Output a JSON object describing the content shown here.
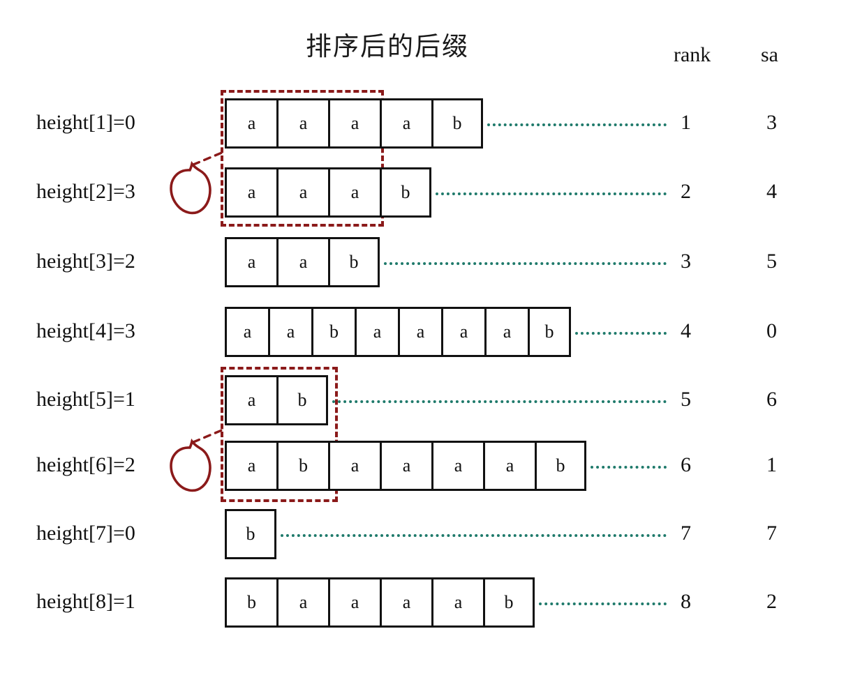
{
  "header": {
    "title": "排序后的后缀",
    "rank_label": "rank",
    "sa_label": "sa"
  },
  "colors": {
    "box_border": "#111111",
    "leader_line": "#1f7a6b",
    "highlight_dashed": "#8b1a1a",
    "annotation_circle": "#8b1a1a",
    "background": "#ffffff"
  },
  "rows": [
    {
      "label": "height[1]=0",
      "height": 0,
      "suffix": [
        "a",
        "a",
        "a",
        "a",
        "b"
      ],
      "rank": 1,
      "sa": 3
    },
    {
      "label": "height[2]=3",
      "height": 3,
      "suffix": [
        "a",
        "a",
        "a",
        "b"
      ],
      "rank": 2,
      "sa": 4
    },
    {
      "label": "height[3]=2",
      "height": 2,
      "suffix": [
        "a",
        "a",
        "b"
      ],
      "rank": 3,
      "sa": 5
    },
    {
      "label": "height[4]=3",
      "height": 3,
      "suffix": [
        "a",
        "a",
        "b",
        "a",
        "a",
        "a",
        "a",
        "b"
      ],
      "rank": 4,
      "sa": 0
    },
    {
      "label": "height[5]=1",
      "height": 1,
      "suffix": [
        "a",
        "b"
      ],
      "rank": 5,
      "sa": 6
    },
    {
      "label": "height[6]=2",
      "height": 2,
      "suffix": [
        "a",
        "b",
        "a",
        "a",
        "a",
        "a",
        "b"
      ],
      "rank": 6,
      "sa": 1
    },
    {
      "label": "height[7]=0",
      "height": 0,
      "suffix": [
        "b"
      ],
      "rank": 7,
      "sa": 7
    },
    {
      "label": "height[8]=1",
      "height": 1,
      "suffix": [
        "b",
        "a",
        "a",
        "a",
        "a",
        "b"
      ],
      "rank": 8,
      "sa": 2
    }
  ],
  "annotations": [
    {
      "name": "lcp-highlight-rows-1-2",
      "value": "3",
      "spans_rows": [
        1,
        2
      ],
      "prefix_len": 3
    },
    {
      "name": "lcp-highlight-rows-5-6",
      "value": "2",
      "spans_rows": [
        5,
        6
      ],
      "prefix_len": 2
    }
  ]
}
